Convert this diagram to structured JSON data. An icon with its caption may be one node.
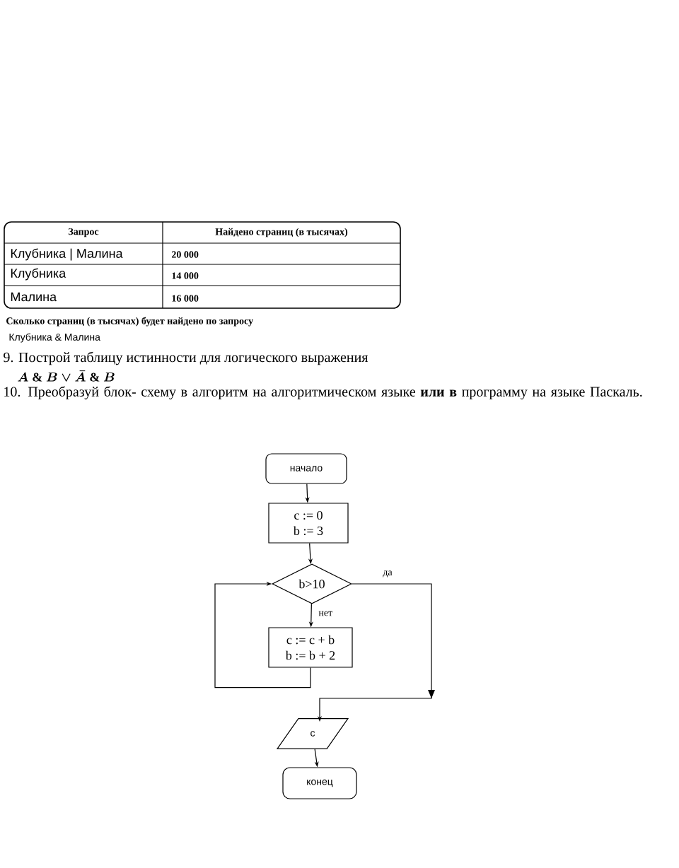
{
  "diagram": {
    "nodes": [
      {
        "text": [
          "начало"
        ]
      },
      {
        "text": [
          "c := 0",
          "b := 3"
        ]
      },
      {
        "text": [
          "b>10"
        ]
      },
      {
        "text": [
          "c := c + b",
          "b := b + 2"
        ]
      },
      {
        "text": [
          "c"
        ]
      },
      {
        "text": [
          "конец"
        ]
      }
    ],
    "edges": [
      {
        "from": 0,
        "to": 1,
        "arrow": "to"
      },
      {
        "from": 1,
        "to": 2,
        "arrow": "to"
      },
      {
        "from": 2,
        "to": 3,
        "arrow": "to",
        "label": "нет"
      },
      {
        "from": 3,
        "to": 2,
        "arrow": "to"
      },
      {
        "from": 2,
        "to": 4,
        "arrow": "to",
        "label": "да"
      },
      {
        "from": 4,
        "to": 5,
        "arrow": "to"
      }
    ],
    "labels": [
      "Запрос",
      "Найдено страниц (в тысячах)",
      "Клубника | Малина",
      "20 000",
      "Клубника",
      "14 000",
      "Малина",
      "16 000",
      "Сколько страниц (в тысячах) будет найдено по запросу",
      "Клубника & Малина",
      "9.  Построй таблицу истинности для логического выражения",
      "A \\mathbin{\\&} B \\vee \\bar{A} \\mathbin{\\&} B",
      "10.  Преобразуй  блок- схему в алгоритм на алгоритмическом языке **или в** программу на языке Паскаль."
    ]
  }
}
